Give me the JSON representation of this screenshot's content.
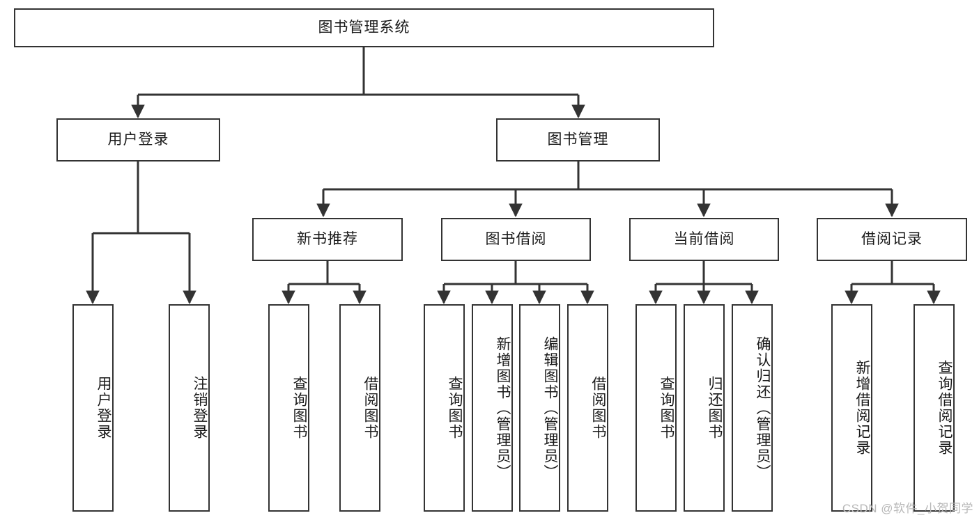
{
  "diagram": {
    "title_node": {
      "label": "图书管理系统"
    },
    "level2": [
      {
        "id": "user-login",
        "label": "用户登录"
      },
      {
        "id": "book-management",
        "label": "图书管理"
      }
    ],
    "level3": [
      {
        "id": "new-book-recommend",
        "label": "新书推荐"
      },
      {
        "id": "book-borrow",
        "label": "图书借阅"
      },
      {
        "id": "current-borrow",
        "label": "当前借阅"
      },
      {
        "id": "borrow-record",
        "label": "借阅记录"
      }
    ],
    "leaves": [
      {
        "id": "leaf-user-login",
        "label": "用户登录",
        "parent": "user-login"
      },
      {
        "id": "leaf-user-logout",
        "label": "注销登录",
        "parent": "user-login"
      },
      {
        "id": "leaf-query-book-1",
        "label": "查询图书",
        "parent": "new-book-recommend"
      },
      {
        "id": "leaf-borrow-book-1",
        "label": "借阅图书",
        "parent": "new-book-recommend"
      },
      {
        "id": "leaf-query-book-2",
        "label": "查询图书",
        "parent": "book-borrow"
      },
      {
        "id": "leaf-add-book",
        "label": "新增图书（管理员）",
        "parent": "book-borrow"
      },
      {
        "id": "leaf-edit-book",
        "label": "编辑图书（管理员）",
        "parent": "book-borrow"
      },
      {
        "id": "leaf-borrow-book-2",
        "label": "借阅图书",
        "parent": "book-borrow"
      },
      {
        "id": "leaf-query-book-3",
        "label": "查询图书",
        "parent": "current-borrow"
      },
      {
        "id": "leaf-return-book",
        "label": "归还图书",
        "parent": "current-borrow"
      },
      {
        "id": "leaf-confirm-return",
        "label": "确认归还（管理员）",
        "parent": "current-borrow"
      },
      {
        "id": "leaf-add-record",
        "label": "新增借阅记录",
        "parent": "borrow-record"
      },
      {
        "id": "leaf-query-record",
        "label": "查询借阅记录",
        "parent": "borrow-record"
      }
    ],
    "colors": {
      "stroke": "#333333",
      "fill": "#ffffff",
      "text": "#1a1a1a",
      "watermark": "#b8b8b8"
    }
  },
  "watermark": {
    "text": "CSDN @软件_小贺同学"
  }
}
